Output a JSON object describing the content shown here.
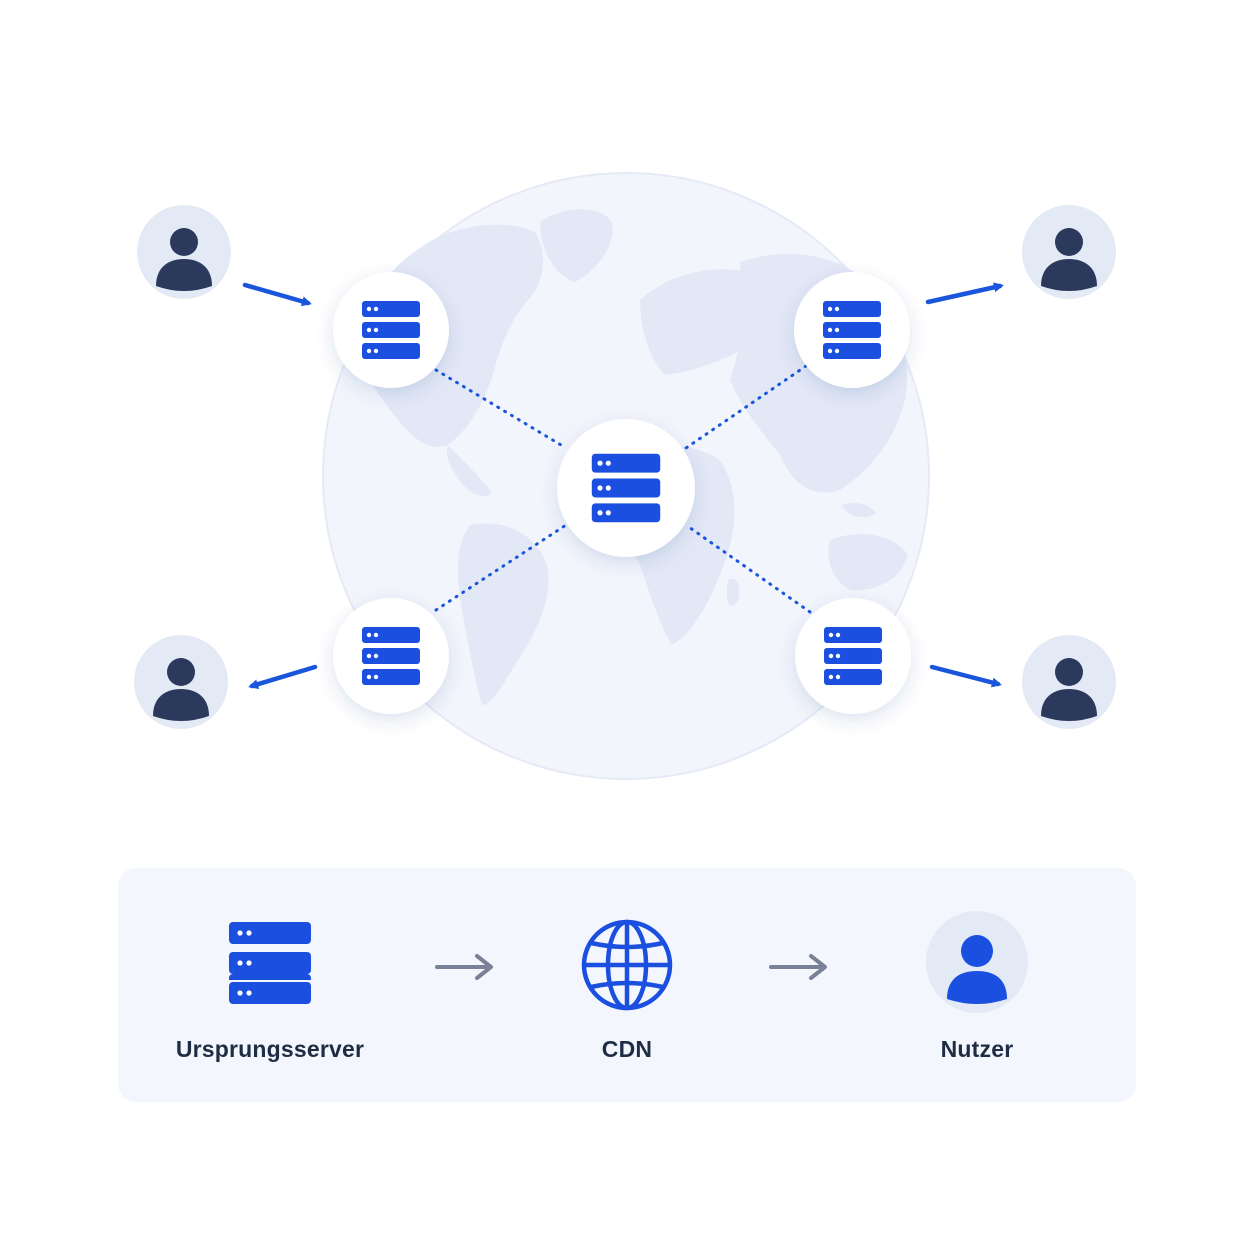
{
  "colors": {
    "accent": "#1a56db",
    "server_blue": "#1a4fe0",
    "user_dark": "#2b3a5c",
    "user_bg": "#e4e9f6",
    "globe_fill": "#f3f5fc",
    "land": "#e3e8f6",
    "panel_bg": "#f3f6fd",
    "legend_arrow": "#7a8196",
    "label_text": "#1f2d44"
  },
  "diagram": {
    "origin_server": {
      "icon": "server-icon"
    },
    "edge_servers": [
      {
        "id": "top-left",
        "icon": "server-icon"
      },
      {
        "id": "top-right",
        "icon": "server-icon"
      },
      {
        "id": "bottom-left",
        "icon": "server-icon"
      },
      {
        "id": "bottom-right",
        "icon": "server-icon"
      }
    ],
    "users": [
      {
        "id": "top-left",
        "icon": "user-icon",
        "flow": "to-server"
      },
      {
        "id": "top-right",
        "icon": "user-icon",
        "flow": "from-server"
      },
      {
        "id": "bottom-left",
        "icon": "user-icon",
        "flow": "from-server"
      },
      {
        "id": "bottom-right",
        "icon": "user-icon",
        "flow": "from-server"
      }
    ],
    "background": "world-globe-icon"
  },
  "legend": {
    "items": [
      {
        "label": "Ursprungsserver",
        "icon": "server-icon"
      },
      {
        "label": "CDN",
        "icon": "globe-icon"
      },
      {
        "label": "Nutzer",
        "icon": "user-icon"
      }
    ],
    "arrow_icon": "arrow-right-icon"
  }
}
